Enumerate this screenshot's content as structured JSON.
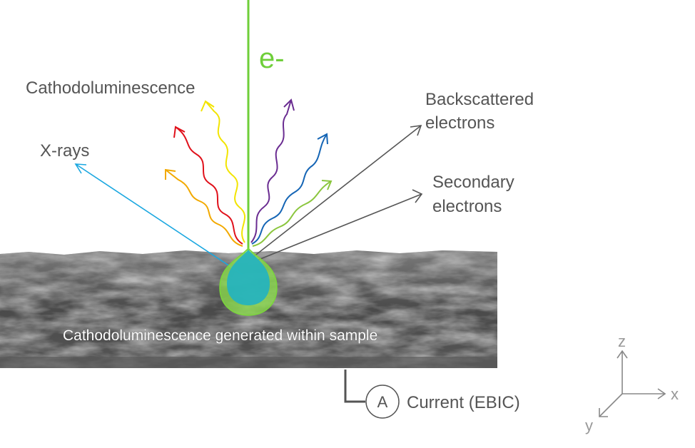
{
  "labels": {
    "beam": "e-",
    "cathodoluminescence": "Cathodoluminescence",
    "xrays": "X-rays",
    "backscattered_line1": "Backscattered",
    "backscattered_line2": "electrons",
    "secondary_line1": "Secondary",
    "secondary_line2": "electrons",
    "inside_sample": "Cathodoluminescence generated within sample",
    "ammeter_symbol": "A",
    "current": "Current (EBIC)",
    "axis_z": "z",
    "axis_x": "x",
    "axis_y": "y"
  },
  "colors": {
    "beam": "#6fcf3a",
    "text": "#555555",
    "xrays": "#1aa7e0",
    "backscattered": "#555555",
    "secondary": "#555555",
    "cl_yellow": "#f2e400",
    "cl_red": "#e0111b",
    "cl_orange": "#f2a900",
    "cl_purple": "#6a2c91",
    "cl_blue": "#1565b5",
    "cl_green": "#8bc63e",
    "interaction_outer": "#8be04a",
    "interaction_inner": "#21b2c2",
    "sample_dark": "#3a3a3a",
    "sample_light": "#8a8a8a",
    "axes": "#888888"
  },
  "icons": {
    "ammeter": "ammeter-symbol-icon",
    "axes": "xyz-axes-icon"
  }
}
